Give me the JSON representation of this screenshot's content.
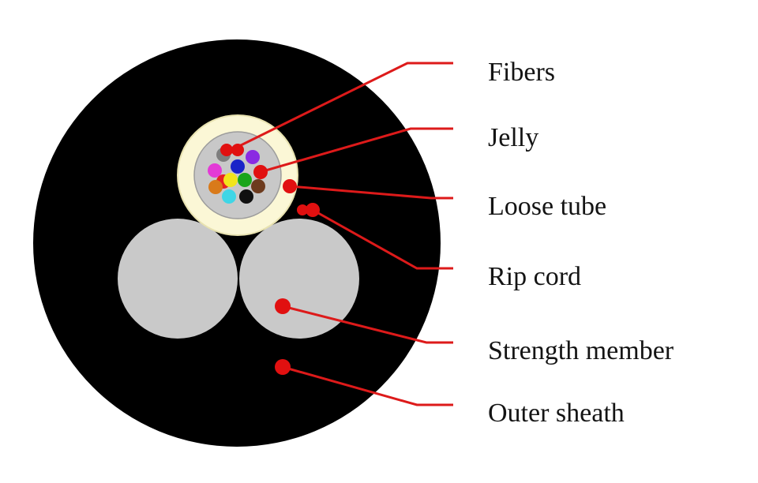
{
  "labels": {
    "fibers": "Fibers",
    "jelly": "Jelly",
    "loose_tube": "Loose tube",
    "rip_cord": "Rip cord",
    "strength_member": "Strength member",
    "outer_sheath": "Outer sheath"
  },
  "colors": {
    "outer_sheath": "#000000",
    "strength_member": "#c9c9c9",
    "jelly": "#fbf7d6",
    "loose_tube_interior": "#c8c8c8",
    "leader_line": "#dd1a1a",
    "fibers": [
      "#7e7e7e",
      "#1a24c8",
      "#8a2be2",
      "#e33ad6",
      "#e82020",
      "#1aa51a",
      "#d97a1a",
      "#f2e51a",
      "#6d3b1e",
      "#3fd6e6",
      "#101010"
    ]
  }
}
